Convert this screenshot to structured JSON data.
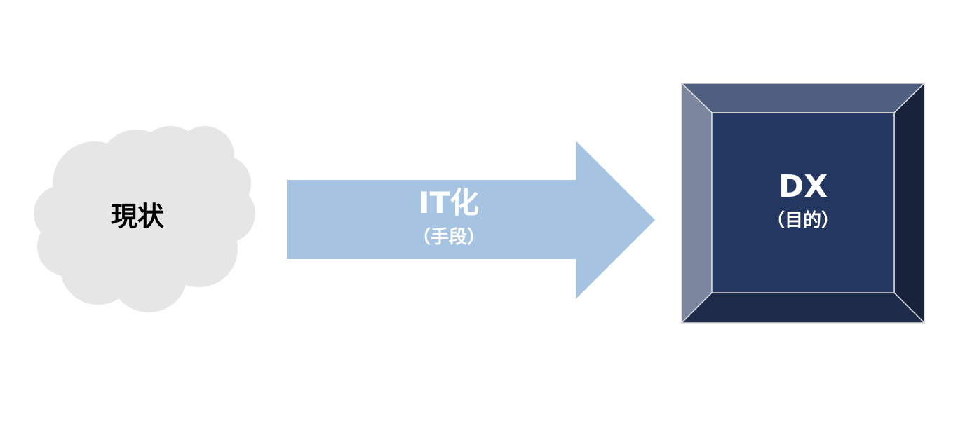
{
  "diagram": {
    "type": "flow",
    "nodes": [
      {
        "id": "current",
        "shape": "cloud",
        "label": "現状",
        "fill": "#e6e6e6",
        "text_color": "#000000"
      },
      {
        "id": "it",
        "shape": "right-arrow",
        "label": "IT化",
        "sublabel": "（手段）",
        "fill": "#a6c4e2",
        "text_color": "#ffffff"
      },
      {
        "id": "dx",
        "shape": "bevel",
        "label": "DX",
        "sublabel": "（目的）",
        "fill": "#243761",
        "text_color": "#ffffff"
      }
    ],
    "edges": [
      {
        "from": "current",
        "to": "dx",
        "via": "it"
      }
    ]
  },
  "cloud": {
    "label": "現状"
  },
  "arrow": {
    "label": "IT化",
    "sublabel": "（手段）"
  },
  "dx": {
    "label": "DX",
    "sublabel": "（目的）"
  },
  "colors": {
    "cloud": "#e6e6e6",
    "arrow": "#a6c4e2",
    "bevel_face": "#243761",
    "bevel_top": "#4f5f80",
    "bevel_left": "#7a879f",
    "bevel_right": "#18223a",
    "bevel_bottom": "#1e2b4a"
  }
}
